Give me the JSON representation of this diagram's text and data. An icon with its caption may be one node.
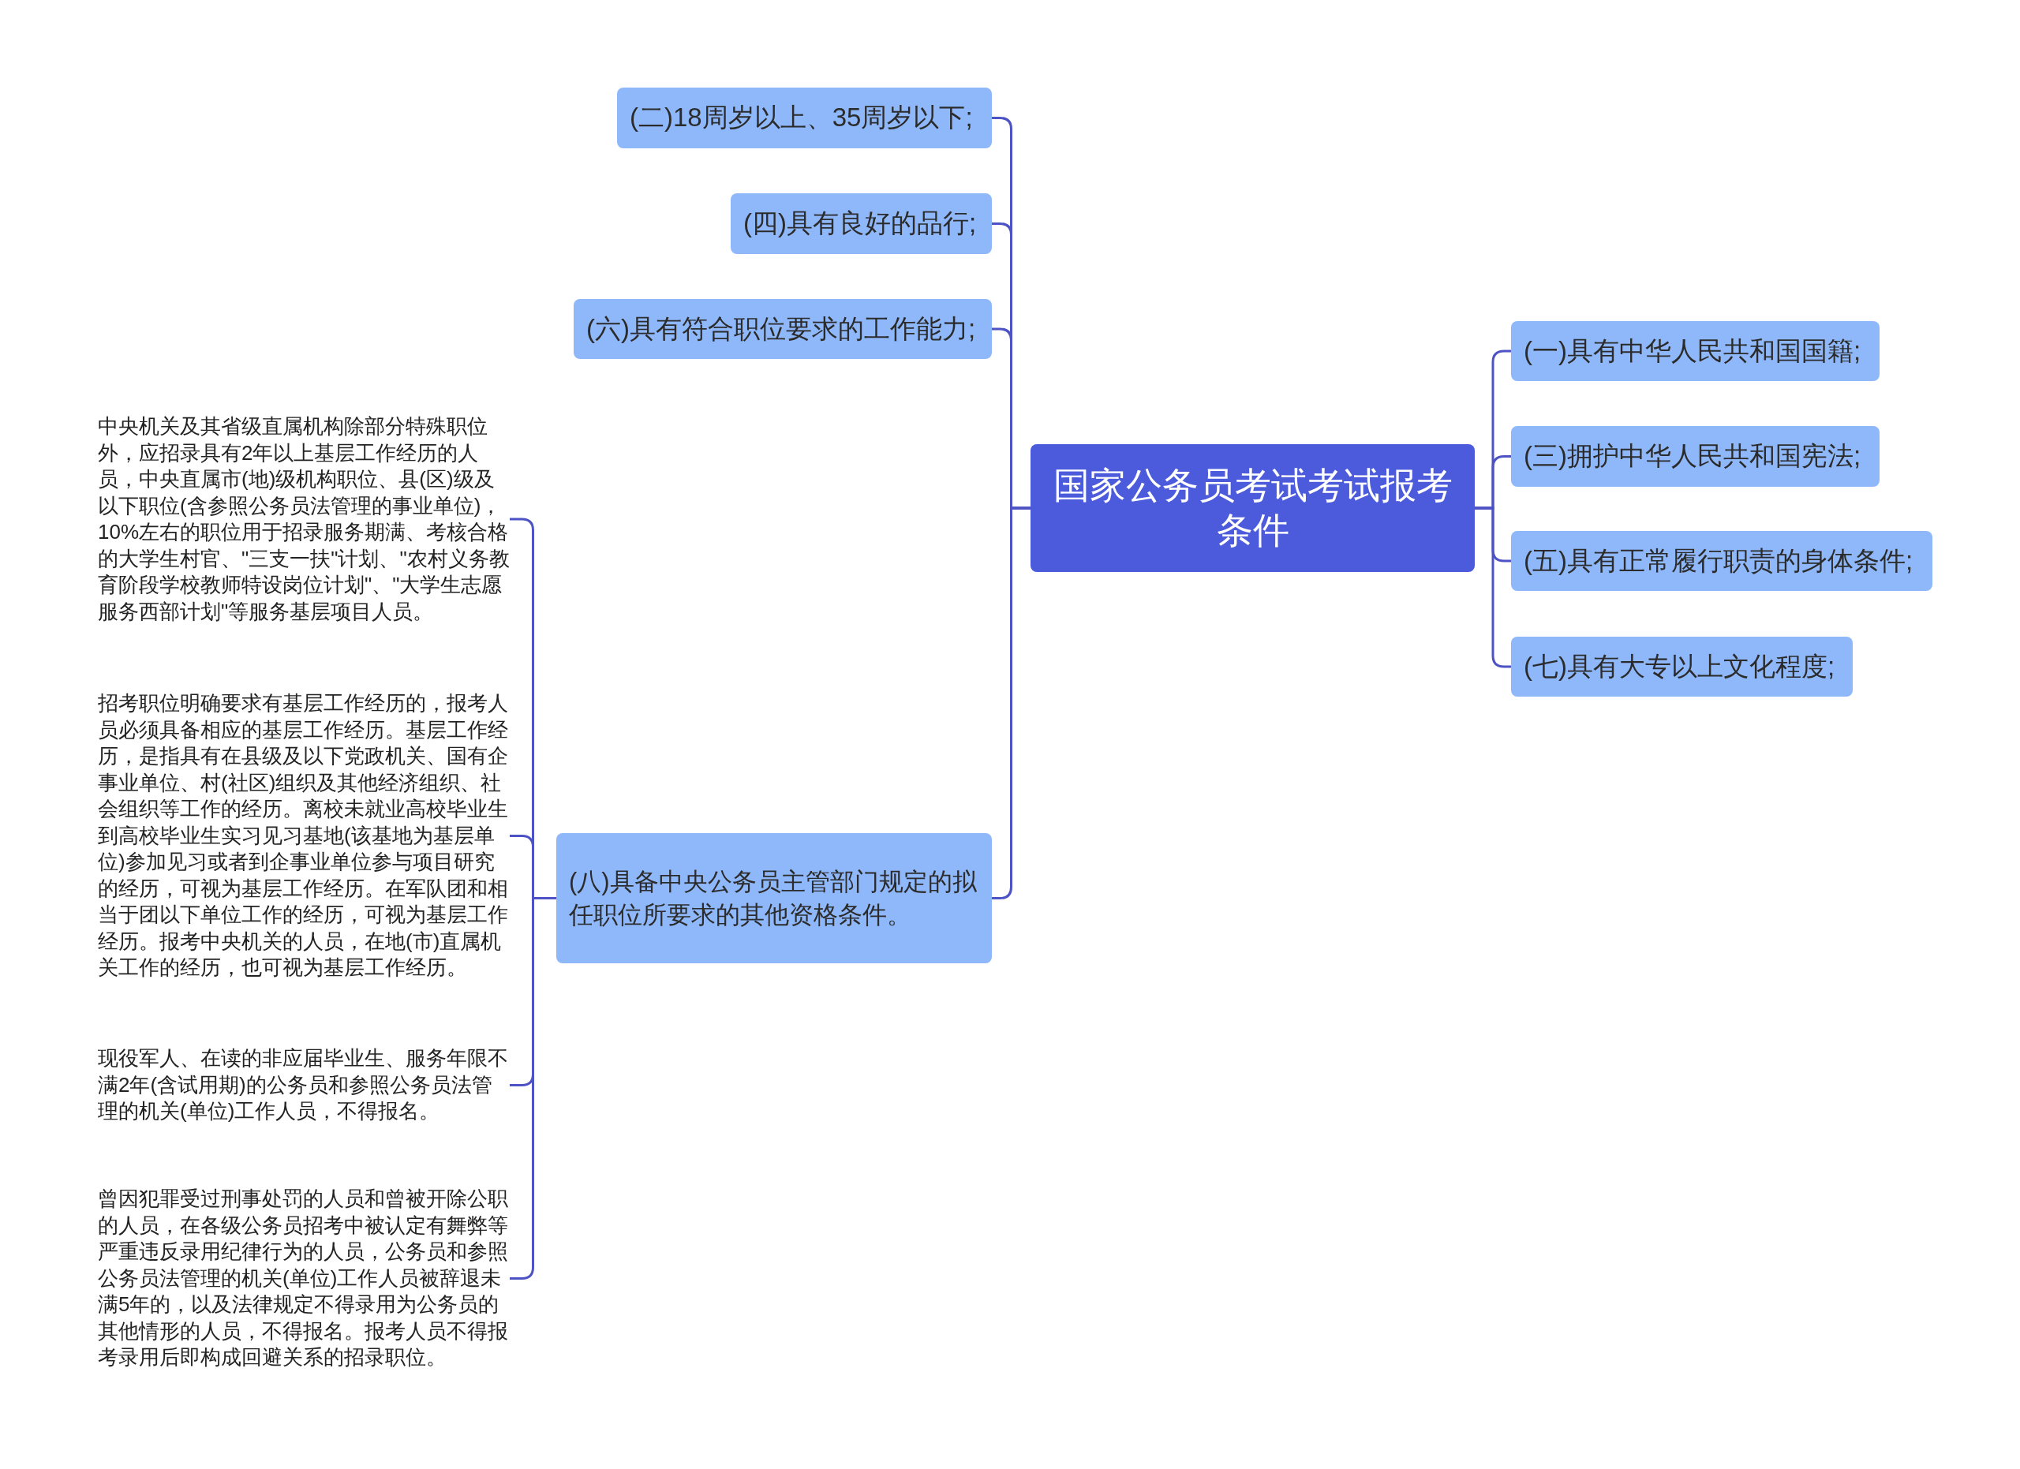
{
  "diagram": {
    "nodes": [
      {
        "text": [
          "国家公务员考试考试报考条件"
        ]
      },
      {
        "text": [
          "(一)具有中华人民共和国国籍;"
        ]
      },
      {
        "text": [
          "(三)拥护中华人民共和国宪法;"
        ]
      },
      {
        "text": [
          "(五)具有正常履行职责的身体条件;"
        ]
      },
      {
        "text": [
          "(七)具有大专以上文化程度;"
        ]
      },
      {
        "text": [
          "(二)18周岁以上、35周岁以下;"
        ]
      },
      {
        "text": [
          "(四)具有良好的品行;"
        ]
      },
      {
        "text": [
          "(六)具有符合职位要求的工作能力;"
        ]
      },
      {
        "text": [
          "(八)具备中央公务员主管部门规定的拟任职位所要求的其他资格条件。"
        ]
      },
      {
        "text": [
          "中央机关及其省级直属机构除部分特殊职位外，应招录具有2年以上基层工作经历的人员，中央直属市(地)级机构职位、县(区)级及以下职位(含参照公务员法管理的事业单位)，10%左右的职位用于招录服务期满、考核合格的大学生村官、\"三支一扶\"计划、\"农村义务教育阶段学校教师特设岗位计划\"、\"大学生志愿服务西部计划\"等服务基层项目人员。"
        ]
      },
      {
        "text": [
          "招考职位明确要求有基层工作经历的，报考人员必须具备相应的基层工作经历。基层工作经历，是指具有在县级及以下党政机关、国有企事业单位、村(社区)组织及其他经济组织、社会组织等工作的经历。离校未就业高校毕业生到高校毕业生实习见习基地(该基地为基层单位)参加见习或者到企事业单位参与项目研究的经历，可视为基层工作经历。在军队团和相当于团以下单位工作的经历，可视为基层工作经历。报考中央机关的人员，在地(市)直属机关工作的经历，也可视为基层工作经历。"
        ]
      },
      {
        "text": [
          "现役军人、在读的非应届毕业生、服务年限不满2年(含试用期)的公务员和参照公务员法管理的机关(单位)工作人员，不得报名。"
        ]
      },
      {
        "text": [
          "曾因犯罪受过刑事处罚的人员和曾被开除公职的人员，在各级公务员招考中被认定有舞弊等严重违反录用纪律行为的人员，公务员和参照公务员法管理的机关(单位)工作人员被辞退未满5年的，以及法律规定不得录用为公务员的其他情形的人员，不得报名。报考人员不得报考录用后即构成回避关系的招录职位。"
        ]
      }
    ],
    "edges": [
      {
        "from": 0,
        "to": 1,
        "arrow": "none"
      },
      {
        "from": 0,
        "to": 2,
        "arrow": "none"
      },
      {
        "from": 0,
        "to": 3,
        "arrow": "none"
      },
      {
        "from": 0,
        "to": 4,
        "arrow": "none"
      },
      {
        "from": 0,
        "to": 5,
        "arrow": "none"
      },
      {
        "from": 0,
        "to": 6,
        "arrow": "none"
      },
      {
        "from": 0,
        "to": 7,
        "arrow": "none"
      },
      {
        "from": 0,
        "to": 8,
        "arrow": "none"
      },
      {
        "from": 8,
        "to": 9,
        "arrow": "none"
      },
      {
        "from": 8,
        "to": 10,
        "arrow": "none"
      },
      {
        "from": 8,
        "to": 11,
        "arrow": "none"
      },
      {
        "from": 8,
        "to": 12,
        "arrow": "none"
      }
    ]
  }
}
